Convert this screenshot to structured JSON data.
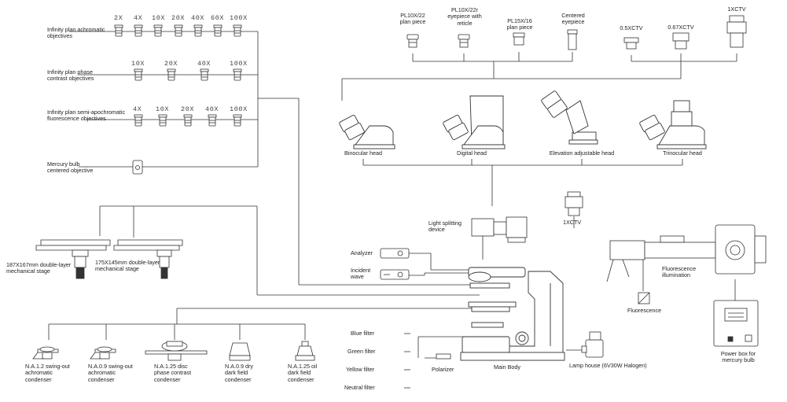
{
  "objectives": {
    "achromatic": {
      "label": "Infinity plan achromatic objectives",
      "mags": [
        "2X",
        "4X",
        "10X",
        "20X",
        "40X",
        "60X",
        "100X"
      ]
    },
    "phase": {
      "label": "Infinity plan phase contrast objectives",
      "mags": [
        "10X",
        "20X",
        "40X",
        "100X"
      ]
    },
    "fluor": {
      "label": "Infinity plan semi-apochromatic fluorescence objectives",
      "mags": [
        "4X",
        "10X",
        "20X",
        "40X",
        "100X"
      ]
    },
    "mercury": {
      "label": "Mercury bulb centered objective"
    }
  },
  "eyepieces": [
    {
      "label": "PL10X/22 plan piece"
    },
    {
      "label": "PL10X/22r eyepiece with reticle"
    },
    {
      "label": "PL15X/16 plan piece"
    },
    {
      "label": "Centered eyepiece"
    }
  ],
  "ctv": [
    {
      "label": "0.5XCTV"
    },
    {
      "label": "0.67XCTV"
    },
    {
      "label": "1XCTV"
    }
  ],
  "heads": [
    {
      "label": "Binocular head"
    },
    {
      "label": "Digital head"
    },
    {
      "label": "Elevation adjustable head"
    },
    {
      "label": "Trinocular head"
    }
  ],
  "splitter": {
    "label": "Light splitting device",
    "ctv_label": "1XCTV"
  },
  "stages": [
    {
      "label": "187X167mm double-layer mechanical stage"
    },
    {
      "label": "175X145mm double-layer mechanical stage"
    }
  ],
  "analyzer": "Analyzer",
  "incident_wave": "Incident wave",
  "fluor_illum": "Fluorescence illumination",
  "fluorescence": "Fluorescence",
  "power_box": "Power box for mercury bulb",
  "filters": [
    "Blue filter",
    "Green filter",
    "Yellow filter",
    "Neutral filter"
  ],
  "polarizer": "Polarizer",
  "main_body": "Main Body",
  "lamp_house": "Lamp house (6V30W Halogen)",
  "condensers": [
    {
      "label": "N.A.1.2 swing-out achromatic condenser"
    },
    {
      "label": "N.A.0.9 swing-out achromatic condenser"
    },
    {
      "label": "N.A.1.25 disc phase contrast condenser"
    },
    {
      "label": "N.A.0.9 dry dark field condenser"
    },
    {
      "label": "N.A.1.25 oil dark field condenser"
    }
  ]
}
